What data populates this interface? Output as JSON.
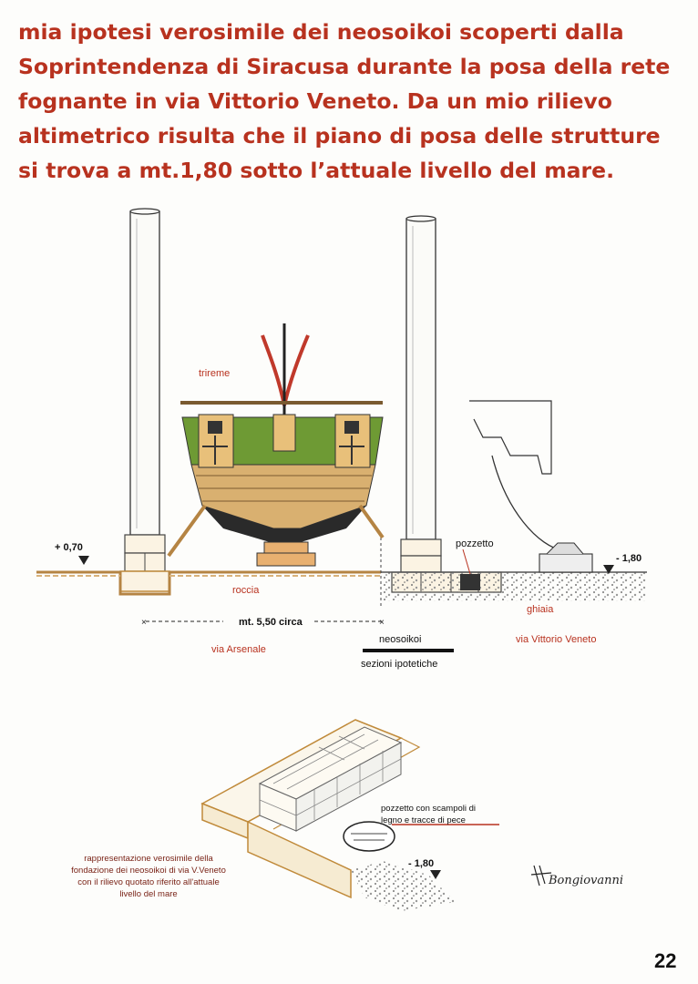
{
  "heading": {
    "lines": [
      "mia ipotesi verosimile dei neosoikoi scoperti dalla",
      "Soprintendenza di Siracusa durante la posa della rete",
      "fognante in via Vittorio Veneto. Da un mio rilievo",
      "altimetrico risulta che il piano di posa delle strutture",
      "si trova a mt.1,80 sotto l’attuale livello del mare."
    ]
  },
  "section": {
    "label_trireme": "trireme",
    "level_left": "+ 0,70",
    "level_right": "- 1,80",
    "label_pozzetto": "pozzetto",
    "label_roccia": "roccia",
    "label_ghiaia": "ghiaia",
    "distance": "mt. 5,50 circa",
    "via_arsenale": "via Arsenale",
    "neosoikoi": "neosoikoi",
    "sezioni": "sezioni ipotetiche",
    "via_vittorio": "via Vittorio Veneto"
  },
  "detail": {
    "pozzetto_line1": "pozzetto con scampoli di",
    "pozzetto_line2": "legno e tracce di pece",
    "level": "- 1,80",
    "caption": [
      "rappresentazione verosimile della",
      "fondazione dei neosoikoi di via V.Veneto",
      "con il rilievo quotato riferito all'attuale",
      "livello del mare"
    ]
  },
  "signature": "Bongiovanni",
  "page_number": "22",
  "colors": {
    "heading": "#b8321f",
    "hull_green": "#6e9a34",
    "hull_wood": "#d9b070",
    "hull_dark": "#2a2a2a",
    "ground": "#c89a5a"
  }
}
